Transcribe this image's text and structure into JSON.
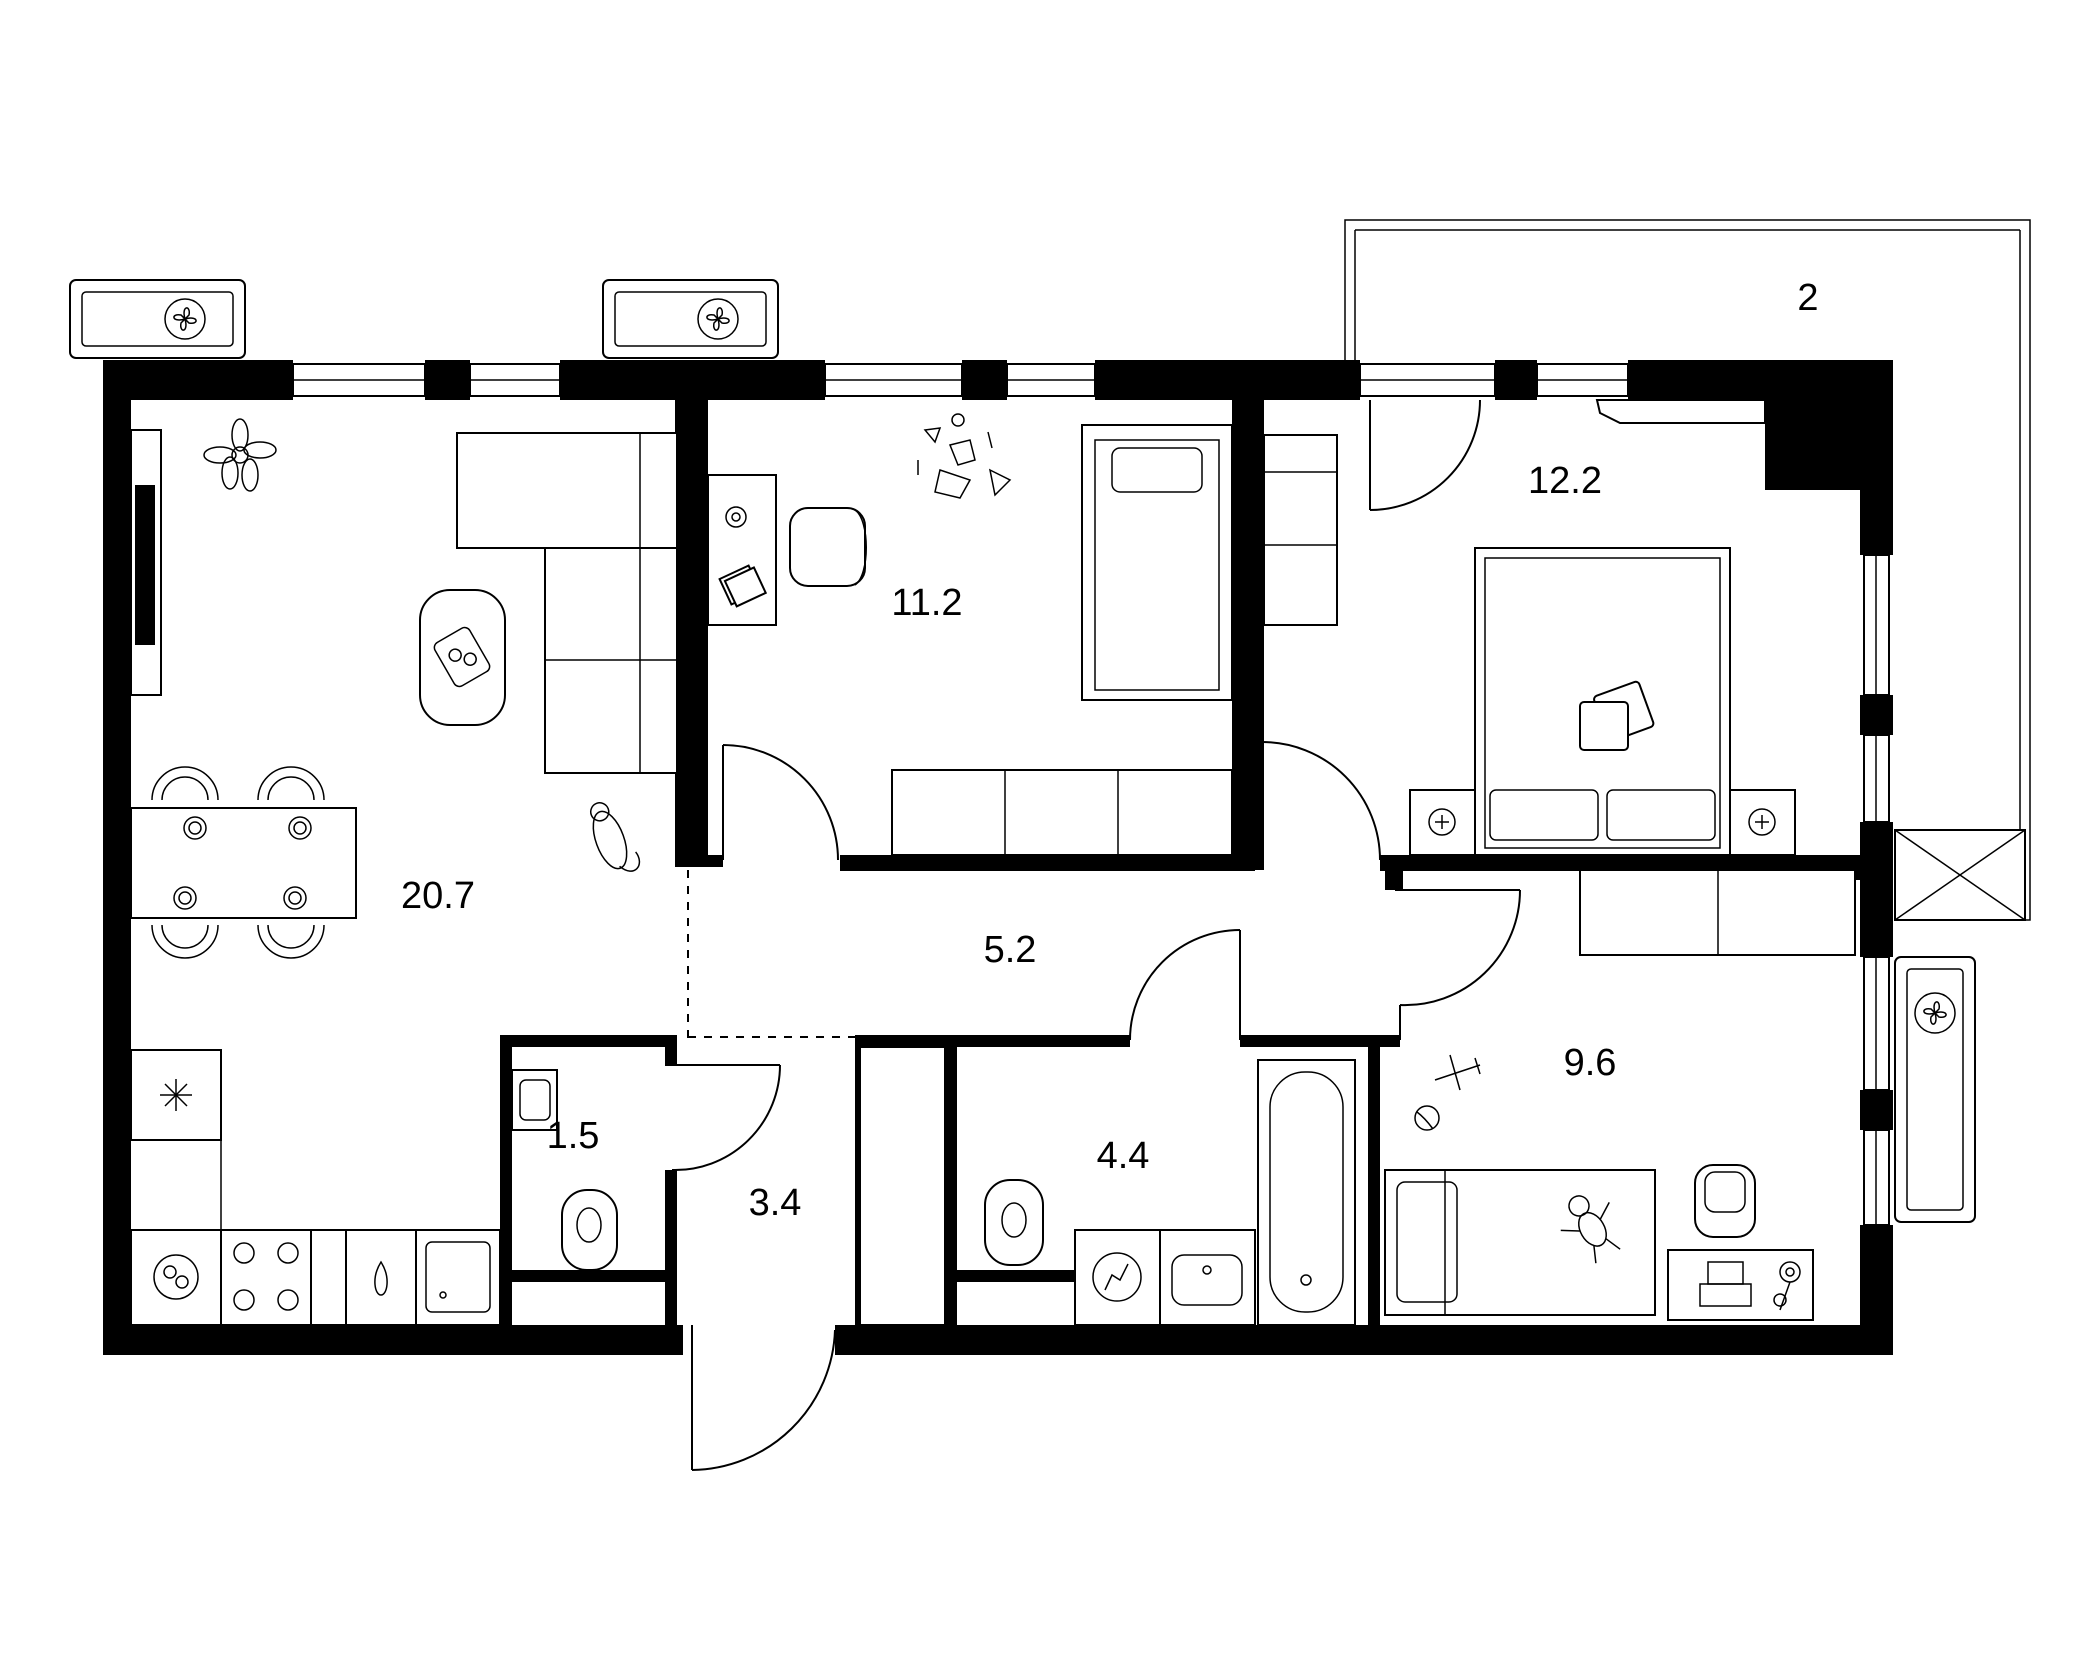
{
  "rooms": [
    {
      "id": "living-kitchen",
      "area": "20.7"
    },
    {
      "id": "bedroom-small",
      "area": "11.2"
    },
    {
      "id": "bedroom-main",
      "area": "12.2"
    },
    {
      "id": "balcony",
      "area": "2"
    },
    {
      "id": "hallway",
      "area": "5.2"
    },
    {
      "id": "toilet",
      "area": "1.5"
    },
    {
      "id": "entrance",
      "area": "3.4"
    },
    {
      "id": "bathroom",
      "area": "4.4"
    },
    {
      "id": "kids-room",
      "area": "9.6"
    }
  ],
  "colors": {
    "walls": "#000000",
    "background": "#ffffff"
  },
  "icons": [
    "fan-icon",
    "plant-icon",
    "snowflake-icon",
    "fruit-bowl-icon",
    "toy-airplane-icon",
    "ball-icon",
    "teddy-bear-icon",
    "cat-icon",
    "washing-machine-icon",
    "turntable-icon",
    "laptop-icon"
  ]
}
